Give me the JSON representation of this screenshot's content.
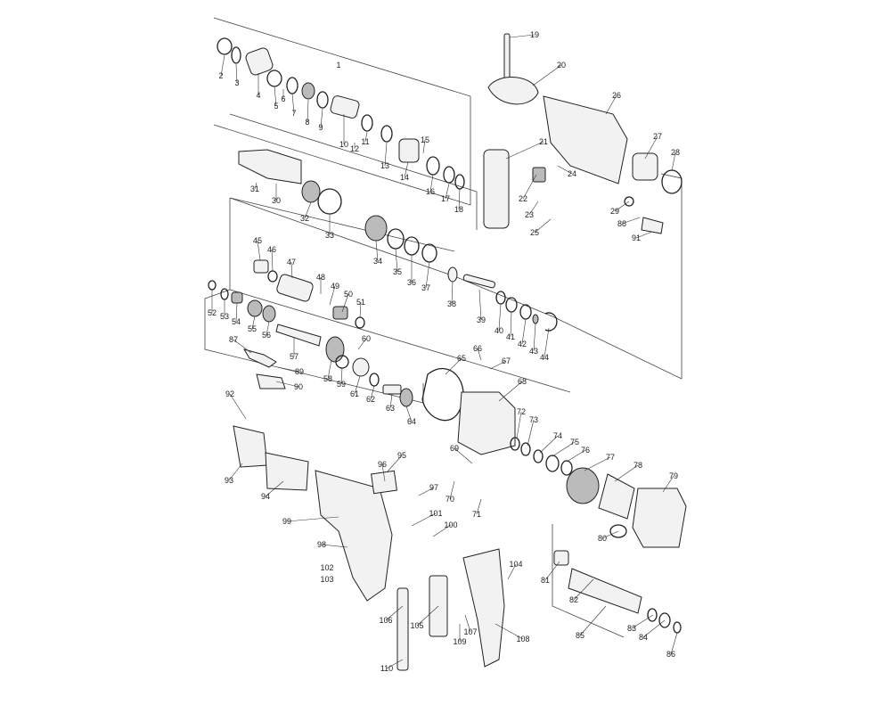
{
  "diagram": {
    "type": "exploded-parts-diagram",
    "labels": [
      "1",
      "2",
      "3",
      "4",
      "5",
      "6",
      "7",
      "8",
      "9",
      "10",
      "11",
      "12",
      "13",
      "14",
      "15",
      "16",
      "17",
      "18",
      "19",
      "20",
      "21",
      "22",
      "23",
      "24",
      "25",
      "26",
      "27",
      "28",
      "29",
      "30",
      "31",
      "32",
      "33",
      "34",
      "35",
      "36",
      "37",
      "38",
      "39",
      "40",
      "41",
      "42",
      "43",
      "44",
      "45",
      "46",
      "47",
      "48",
      "49",
      "50",
      "51",
      "52",
      "53",
      "54",
      "55",
      "56",
      "57",
      "58",
      "59",
      "60",
      "61",
      "62",
      "63",
      "64",
      "65",
      "66",
      "67",
      "68",
      "69",
      "70",
      "71",
      "72",
      "73",
      "74",
      "75",
      "76",
      "77",
      "78",
      "79",
      "80",
      "81",
      "82",
      "83",
      "84",
      "85",
      "86",
      "87",
      "88",
      "89",
      "90",
      "91",
      "92",
      "93",
      "94",
      "95",
      "96",
      "97",
      "98",
      "99",
      "100",
      "101",
      "102",
      "103",
      "104",
      "105",
      "106",
      "107",
      "108",
      "109",
      "110"
    ]
  }
}
